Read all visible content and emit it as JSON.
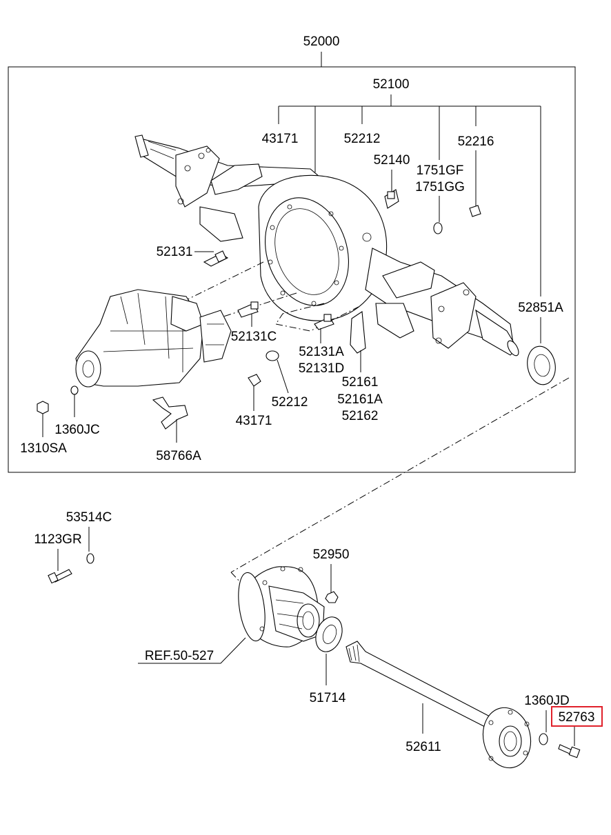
{
  "labels": {
    "assembly": "52000",
    "housing": "52100",
    "l43171_top": "43171",
    "l52212_top": "52212",
    "l52216": "52216",
    "l52140": "52140",
    "l1751gf": "1751GF",
    "l1751gg": "1751GG",
    "l52131": "52131",
    "l52851a": "52851A",
    "l52131c": "52131C",
    "l52131a": "52131A",
    "l52131d": "52131D",
    "l52161": "52161",
    "l52161a": "52161A",
    "l52162": "52162",
    "l52212_bot": "52212",
    "l43171_bot": "43171",
    "l1360jc": "1360JC",
    "l1310sa": "1310SA",
    "l58766a": "58766A",
    "l53514c": "53514C",
    "l1123gr": "1123GR",
    "l52950": "52950",
    "ref": "REF.50-527",
    "l51714": "51714",
    "l52611": "52611",
    "l1360jd": "1360JD",
    "l52763": "52763"
  },
  "colors": {
    "line": "#000000",
    "highlight": "#e0202a",
    "background": "#ffffff"
  },
  "highlighted_part": "52763"
}
